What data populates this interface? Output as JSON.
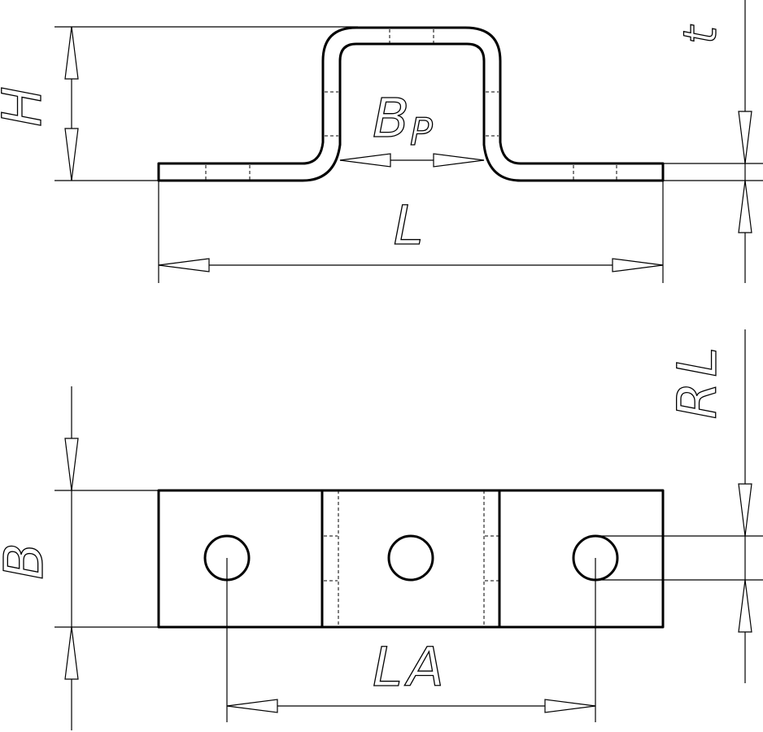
{
  "labels": {
    "height": "H",
    "bend_width": "B",
    "bend_width_subscript": "P",
    "thickness": "t",
    "length": "L",
    "width": "B",
    "hole_radius": "RL",
    "hole_spacing": "LA"
  }
}
